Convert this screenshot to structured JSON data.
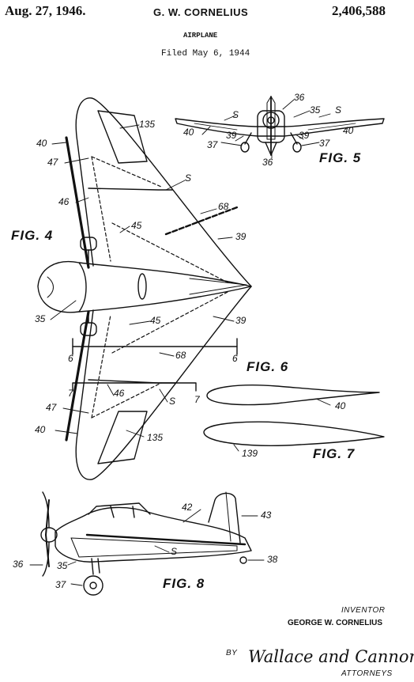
{
  "header": {
    "date": "Aug. 27, 1946.",
    "inventor_header": "G. W. CORNELIUS",
    "patent_number": "2,406,588",
    "title": "AIRPLANE",
    "filed": "Filed May 6, 1944"
  },
  "figures": {
    "fig4": "FIG. 4",
    "fig5": "FIG. 5",
    "fig6": "FIG. 6",
    "fig7": "FIG. 7",
    "fig8": "FIG. 8"
  },
  "refs": {
    "r36a": "36",
    "r35a": "35",
    "r5a": "S",
    "r5b": "S",
    "r40a": "40",
    "r40b": "40",
    "r39a": "39",
    "r39b": "39",
    "r37a": "37",
    "r37b": "37",
    "r36b": "36",
    "r135a": "135",
    "r40c": "40",
    "r47a": "47",
    "rSa": "S",
    "r46a": "46",
    "r68a": "68",
    "r45a": "45",
    "r39c": "39",
    "r35b": "35",
    "r45b": "45",
    "r39d": "39",
    "r6a": "6",
    "r6b": "6",
    "r68b": "68",
    "r7a": "7",
    "r46b": "46",
    "r7b": "7",
    "rSb": "S",
    "r47b": "47",
    "r40d": "40",
    "r135b": "135",
    "r40e": "40",
    "r139": "139",
    "r42": "42",
    "r43": "43",
    "r36c": "36",
    "r35c": "35",
    "rSc": "S",
    "r38": "38",
    "r37c": "37"
  },
  "footer": {
    "inventor_label": "INVENTOR",
    "inventor_name": "GEORGE W. CORNELIUS",
    "by": "BY",
    "signature": "Wallace and Cannon",
    "attorneys": "ATTORNEYS"
  }
}
